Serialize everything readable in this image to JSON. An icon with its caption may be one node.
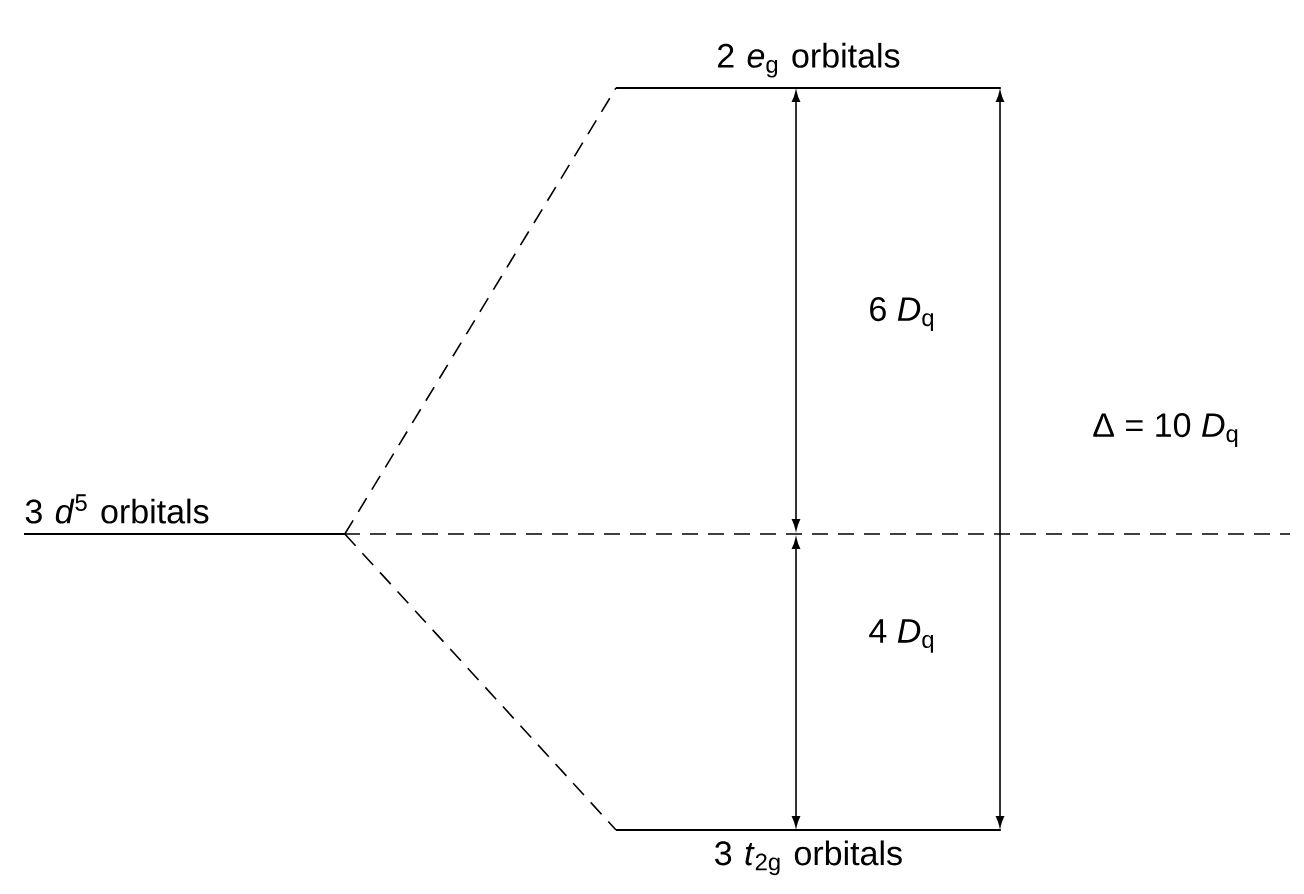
{
  "diagram": {
    "nodes": [
      {
        "text": [
          "3 *d*$^{5}$ orbitals"
        ]
      },
      {
        "text": [
          "2 *e*$_{g}$ orbitals"
        ]
      },
      {
        "text": [
          "3 *t*$_{2g}$ orbitals"
        ]
      }
    ],
    "edges": [
      {
        "from": 0,
        "to": 1,
        "arrow": "none",
        "style": "dashed"
      },
      {
        "from": 0,
        "to": 2,
        "arrow": "none",
        "style": "dashed"
      }
    ],
    "labels": [
      "6 *D*$_{q}$",
      "4 *D*$_{q}$",
      "Δ = 10 *D*$_{q}$"
    ]
  }
}
